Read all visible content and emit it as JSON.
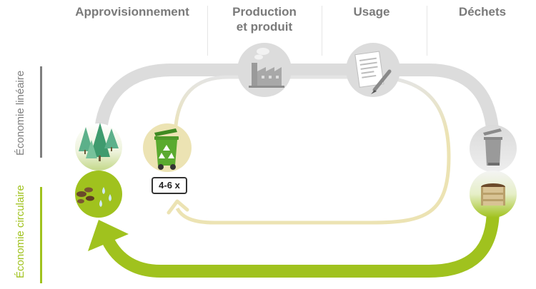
{
  "headers": {
    "supply": "Approvisionnement",
    "production_line1": "Production",
    "production_line2": "et produit",
    "usage": "Usage",
    "waste": "Déchets"
  },
  "side_labels": {
    "linear": "Économie linéaire",
    "circular": "Économie circulaire"
  },
  "badge": "4-6 x",
  "colors": {
    "header_text": "#7a7a7a",
    "linear": "#7f7f7f",
    "linear_loop": "#dcdcdc",
    "circular": "#a0c21e",
    "reuse_loop": "#ece3b3",
    "bin_green": "#5aaa2f"
  },
  "icons": {
    "supply_linear": "forest-icon",
    "supply_circular": "raw-materials-water-icon",
    "production": "factory-icon",
    "usage": "document-pen-icon",
    "waste_linear": "trash-bin-icon",
    "waste_circular": "compost-crate-icon",
    "reuse": "recycling-bin-icon"
  }
}
